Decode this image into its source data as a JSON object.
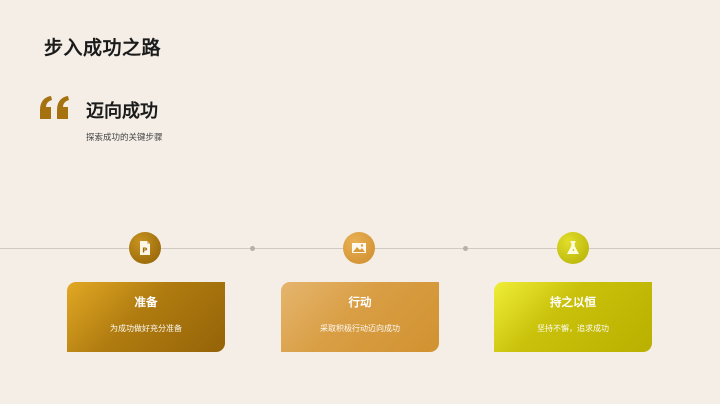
{
  "header": {
    "title": "步入成功之路"
  },
  "section": {
    "quote_icon": "left-double-quote-icon",
    "title": "迈向成功",
    "subtitle": "探索成功的关键步骤"
  },
  "timeline": {
    "line_color": "#cfcac3",
    "steps": [
      {
        "icon": "powerpoint-file-icon",
        "node_color": "#a9780e",
        "title": "准备",
        "desc": "为成功做好充分准备",
        "gradient_from": "#e0a622",
        "gradient_to": "#9c6a0a"
      },
      {
        "icon": "image-icon",
        "node_color": "#d99a3a",
        "title": "行动",
        "desc": "采取积极行动迈向成功",
        "gradient_from": "#e3ac62",
        "gradient_to": "#d49434"
      },
      {
        "icon": "flask-icon",
        "node_color": "#c6c214",
        "title": "持之以恒",
        "desc": "坚持不懈，追求成功",
        "gradient_from": "#eded34",
        "gradient_to": "#b8b200"
      }
    ]
  }
}
